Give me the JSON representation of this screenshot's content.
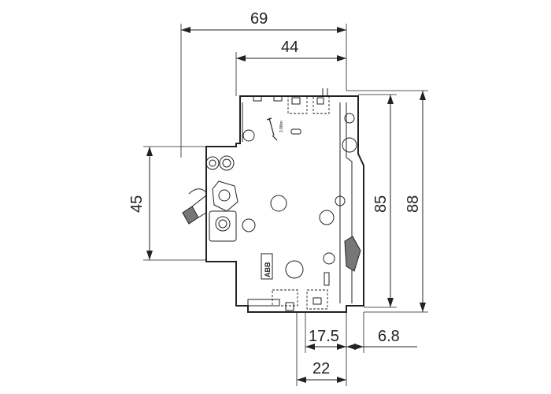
{
  "dimensions": {
    "overall_depth": "69",
    "depth_to_front": "44",
    "height_mounting": "45",
    "height_85": "85",
    "height_88": "88",
    "width_17_5": "17.5",
    "offset_6_8": "6.8",
    "width_22": "22"
  },
  "device": {
    "brand_logo": "ABB",
    "torque_marking": "2.8Nm"
  },
  "colors": {
    "line": "#222222",
    "toggle_fill": "#777777",
    "background": "#ffffff"
  }
}
